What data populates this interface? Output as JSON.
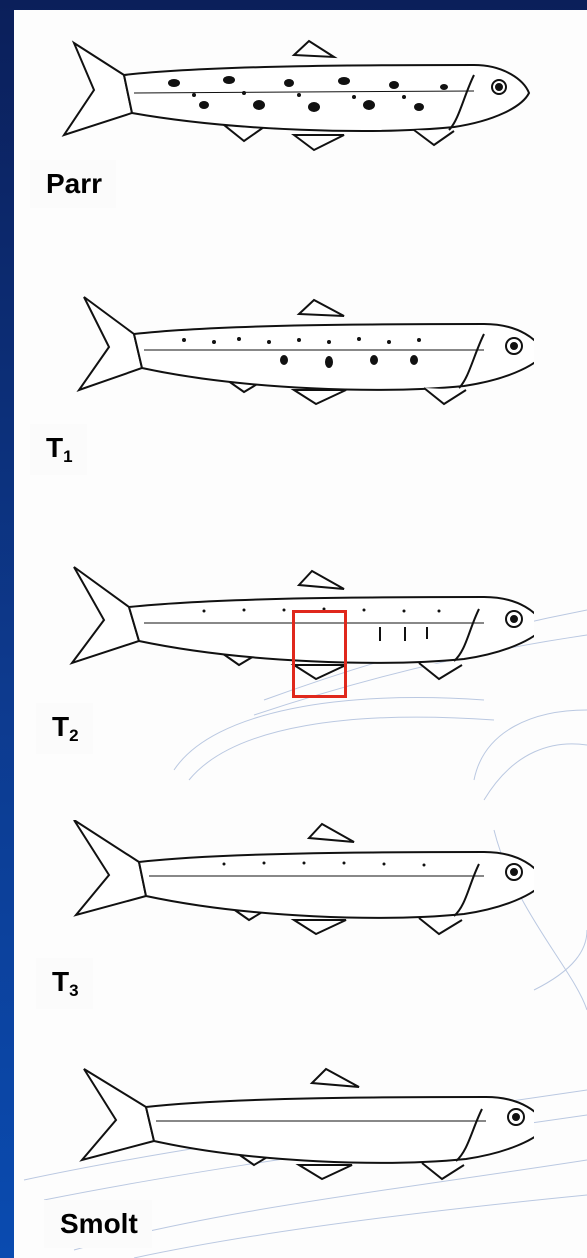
{
  "stages": [
    {
      "key": "parr",
      "base": "Parr",
      "sub": ""
    },
    {
      "key": "t1",
      "base": "T",
      "sub": "1"
    },
    {
      "key": "t2",
      "base": "T",
      "sub": "2"
    },
    {
      "key": "t3",
      "base": "T",
      "sub": "3"
    },
    {
      "key": "smolt",
      "base": "Smolt",
      "sub": ""
    }
  ],
  "colors": {
    "background": "#0d3a8e",
    "highlight": "#e0281c"
  }
}
